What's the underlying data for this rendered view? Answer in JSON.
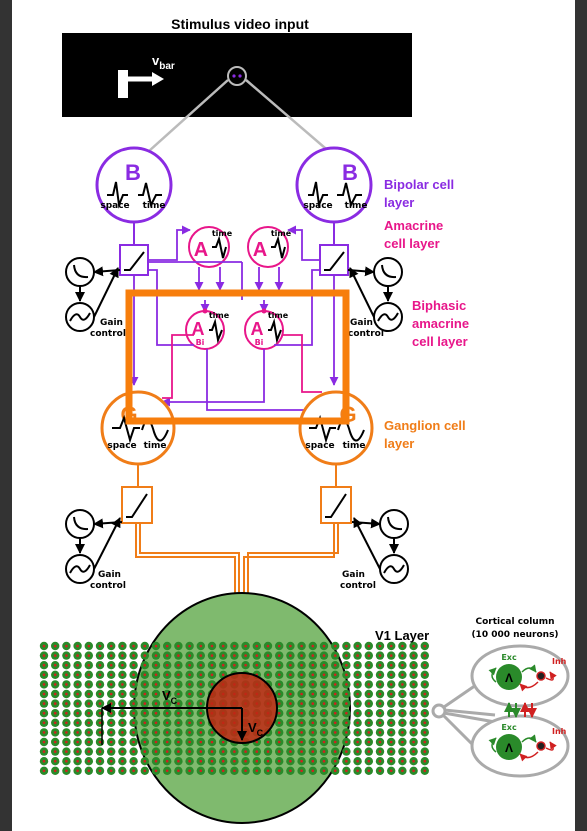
{
  "title": "Stimulus video input",
  "stimulus": {
    "velocity_label": "v",
    "velocity_sub": "bar"
  },
  "cells": {
    "bipolar_letter": "B",
    "amacrine_letter": "A",
    "biphasic_sub": "Bi",
    "ganglion_letter": "G",
    "space": "space",
    "time": "time"
  },
  "gain_control": {
    "line1": "Gain",
    "line2": "control"
  },
  "layers": {
    "bipolar": [
      "Bipolar cell",
      "layer"
    ],
    "amacrine": [
      "Amacrine",
      "cell layer"
    ],
    "biphasic": [
      "Biphasic",
      "amacrine",
      "cell layer"
    ],
    "ganglion": [
      "Ganglion cell",
      "layer"
    ],
    "v1": "V1 Layer"
  },
  "cortical_column": {
    "title": "Cortical column",
    "subtitle": "(10 000 neurons)",
    "exc": "Exc",
    "inh": "Inh"
  },
  "v1": {
    "radius_label": "V",
    "radius_sub": "C",
    "rows": 14,
    "cols": 35
  },
  "colors": {
    "bipolar": "#8a2be2",
    "amacrine": "#e8168a",
    "ganglion": "#f07d18",
    "highlight_box": "#f77e0c",
    "neuron_green": "#2a8a2a",
    "neuron_red": "#d02020",
    "v1_field": "#7fba6e"
  }
}
